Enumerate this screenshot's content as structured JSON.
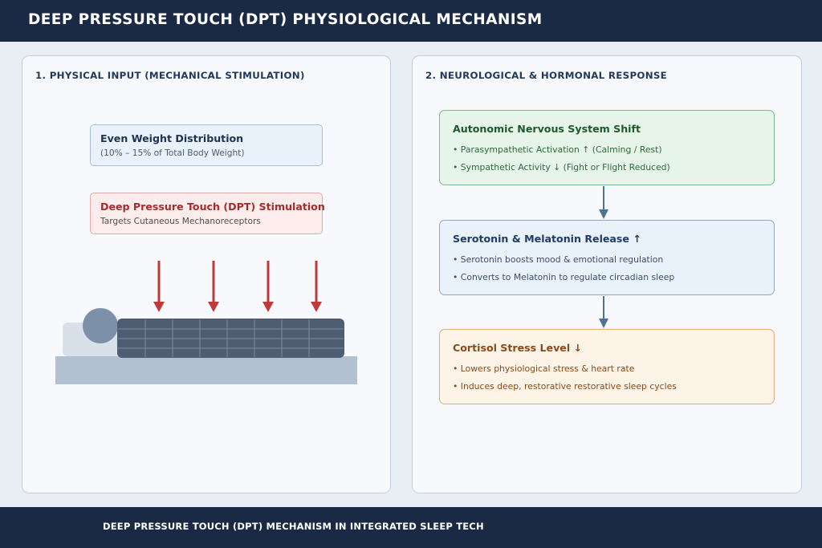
{
  "header": {
    "title": "DEEP PRESSURE TOUCH (DPT) PHYSIOLOGICAL MECHANISM"
  },
  "left_panel": {
    "title": "1. PHYSICAL INPUT (MECHANICAL STIMULATION)",
    "weight_box": {
      "title": "Even Weight Distribution",
      "subtitle": "(10% – 15% of Total Body Weight)"
    },
    "dpt_box": {
      "title": "Deep Pressure Touch (DPT) Stimulation",
      "subtitle": "Targets Cutaneous Mechanoreceptors"
    }
  },
  "right_panel": {
    "title": "2. NEUROLOGICAL & HORMONAL RESPONSE",
    "steps": [
      {
        "title": "Autonomic Nervous System Shift",
        "bullets": [
          "• Parasympathetic Activation ↑ (Calming / Rest)",
          "• Sympathetic Activity ↓ (Fight or Flight Reduced)"
        ]
      },
      {
        "title": "Serotonin & Melatonin Release ↑",
        "bullets": [
          "• Serotonin boosts mood & emotional regulation",
          "• Converts to Melatonin to regulate circadian sleep"
        ]
      },
      {
        "title": "Cortisol Stress Level ↓",
        "bullets": [
          "• Lowers physiological stress & heart rate",
          "• Induces deep, restorative restorative sleep cycles"
        ]
      }
    ]
  },
  "footer": {
    "text": "DEEP PRESSURE TOUCH (DPT) MECHANISM IN INTEGRATED SLEEP TECH"
  },
  "colors": {
    "header_bg": "#1b2a44",
    "pressure_arrow": "#c0393b",
    "blanket": "#4e5d72",
    "flow_arrow": "#4f7396"
  }
}
